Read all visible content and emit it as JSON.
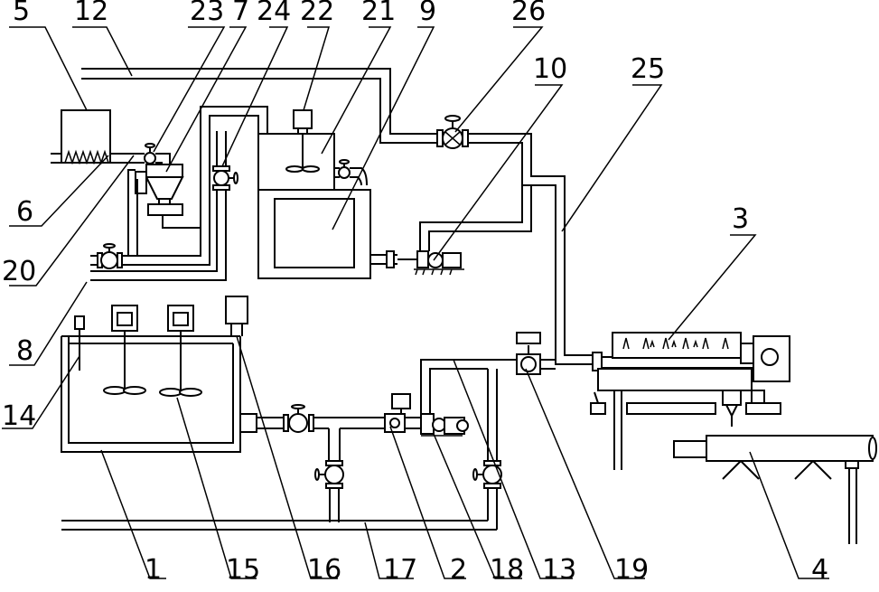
{
  "labels": {
    "l1": "1",
    "l2": "2",
    "l3": "3",
    "l4": "4",
    "l5": "5",
    "l6": "6",
    "l7": "7",
    "l8": "8",
    "l9": "9",
    "l10": "10",
    "l12": "12",
    "l13": "13",
    "l14": "14",
    "l15": "15",
    "l16": "16",
    "l17": "17",
    "l18": "18",
    "l19": "19",
    "l20": "20",
    "l21": "21",
    "l22": "22",
    "l23": "23",
    "l24": "24",
    "l25": "25",
    "l26": "26"
  }
}
